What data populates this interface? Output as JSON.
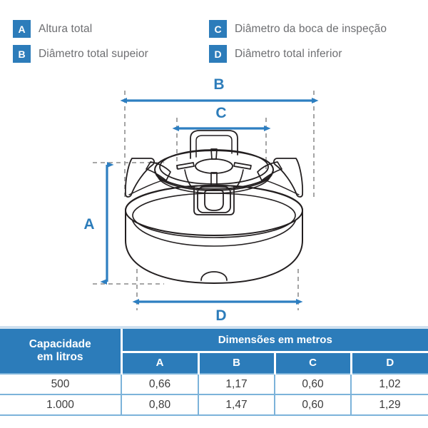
{
  "legend": {
    "items": [
      {
        "badge": "A",
        "label": "Altura total",
        "col": 1,
        "row": 1
      },
      {
        "badge": "B",
        "label": "Diâmetro total supeior",
        "col": 1,
        "row": 2
      },
      {
        "badge": "C",
        "label": "Diâmetro da boca de inspeção",
        "col": 2,
        "row": 1
      },
      {
        "badge": "D",
        "label": "Diâmetro total inferior",
        "col": 2,
        "row": 2
      }
    ]
  },
  "diagram": {
    "product": "caixa-dagua-horizontal",
    "dimension_labels": {
      "a": "A",
      "b": "B",
      "c": "C",
      "d": "D"
    },
    "colors": {
      "accent_blue": "#2c7cba",
      "dimension_line": "#2e7fc1",
      "extension_line": "#9b9b9b",
      "outline": "#231f20"
    }
  },
  "table": {
    "headers": {
      "capacity": "Capacidade\nem litros",
      "capacity_line1": "Capacidade",
      "capacity_line2": "em litros",
      "dimensions_group": "Dimensões em metros",
      "columns": [
        "A",
        "B",
        "C",
        "D"
      ]
    },
    "rows": [
      {
        "capacity": "500",
        "a": "0,66",
        "b": "1,17",
        "c": "0,60",
        "d": "1,02"
      },
      {
        "capacity": "1.000",
        "a": "0,80",
        "b": "1,47",
        "c": "0,60",
        "d": "1,29"
      }
    ]
  },
  "chart_data": {
    "type": "table",
    "title": "Dimensões em metros",
    "categories": [
      "500",
      "1.000"
    ],
    "xlabel": "Capacidade em litros",
    "ylabel": "Dimensões em metros",
    "series": [
      {
        "name": "A",
        "description": "Altura total",
        "values": [
          0.66,
          0.8
        ]
      },
      {
        "name": "B",
        "description": "Diâmetro total supeior",
        "values": [
          1.17,
          1.47
        ]
      },
      {
        "name": "C",
        "description": "Diâmetro da boca de inspeção",
        "values": [
          0.6,
          0.6
        ]
      },
      {
        "name": "D",
        "description": "Diâmetro total inferior",
        "values": [
          1.02,
          1.29
        ]
      }
    ]
  }
}
